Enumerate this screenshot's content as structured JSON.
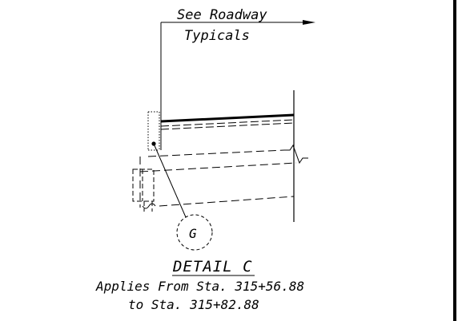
{
  "drawing": {
    "see_roadway": "See Roadway",
    "typicals": "Typicals",
    "callout_label": "G",
    "detail_title": "DETAIL C",
    "applies_line": "Applies From Sta. 315+56.88",
    "to_line": "to Sta. 315+82.88"
  }
}
